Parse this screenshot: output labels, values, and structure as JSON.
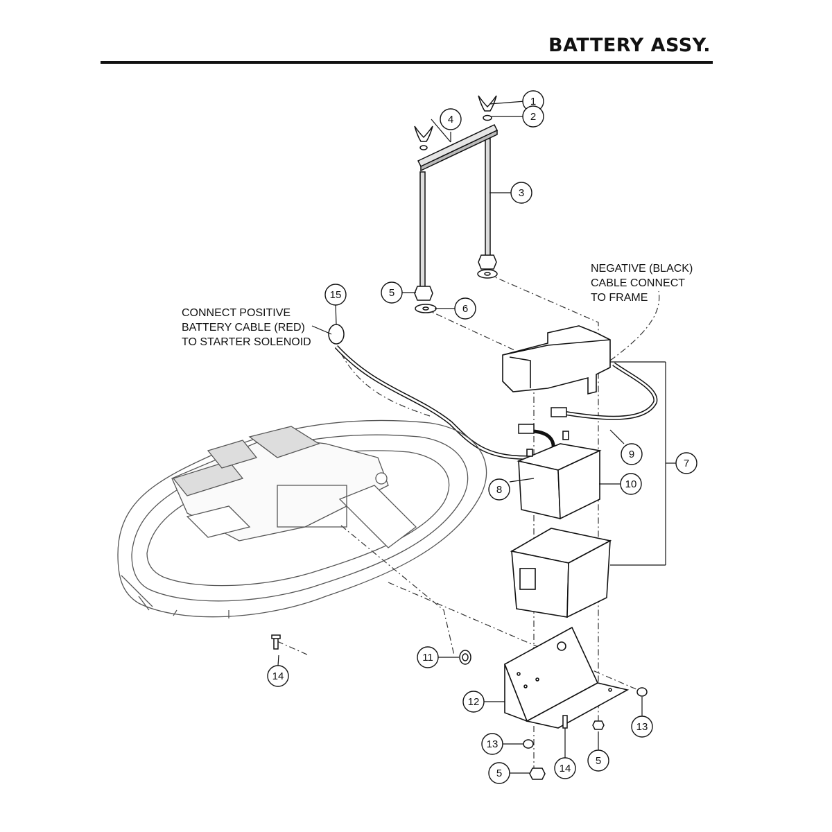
{
  "title": "BATTERY ASSY.",
  "notes": {
    "positive": [
      "CONNECT POSITIVE",
      "BATTERY CABLE (RED)",
      "TO STARTER SOLENOID"
    ],
    "negative": [
      "NEGATIVE (BLACK)",
      "CABLE CONNECT",
      "TO FRAME"
    ]
  },
  "callouts": {
    "c1": "1",
    "c2": "2",
    "c3": "3",
    "c4": "4",
    "c5a": "5",
    "c6": "6",
    "c15": "15",
    "c9": "9",
    "c7": "7",
    "c10": "10",
    "c8": "8",
    "c11": "11",
    "c14a": "14",
    "c12": "12",
    "c13a": "13",
    "c13b": "13",
    "c14b": "14",
    "c5b": "5",
    "c5c": "5"
  }
}
